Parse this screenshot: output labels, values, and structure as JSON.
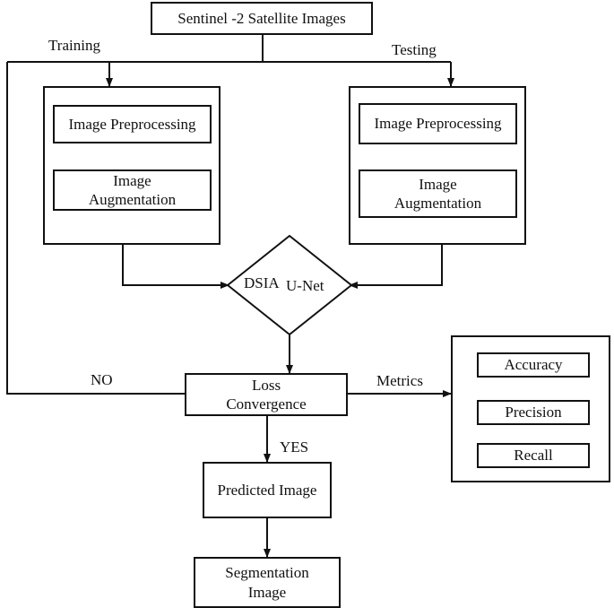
{
  "nodes": {
    "source": "Sentinel -2 Satellite Images",
    "train_pre": "Image Preprocessing",
    "train_aug": "Image\nAugmentation",
    "test_pre": "Image Preprocessing",
    "test_aug": "Image\nAugmentation",
    "model_left": "DSIA",
    "model_right": "U-Net",
    "loss": "Loss\nConvergence",
    "predicted": "Predicted Image",
    "segmentation": "Segmentation\nImage",
    "metric_accuracy": "Accuracy",
    "metric_precision": "Precision",
    "metric_recall": "Recall"
  },
  "edge_labels": {
    "training": "Training",
    "testing": "Testing",
    "no": "NO",
    "yes": "YES",
    "metrics": "Metrics"
  }
}
